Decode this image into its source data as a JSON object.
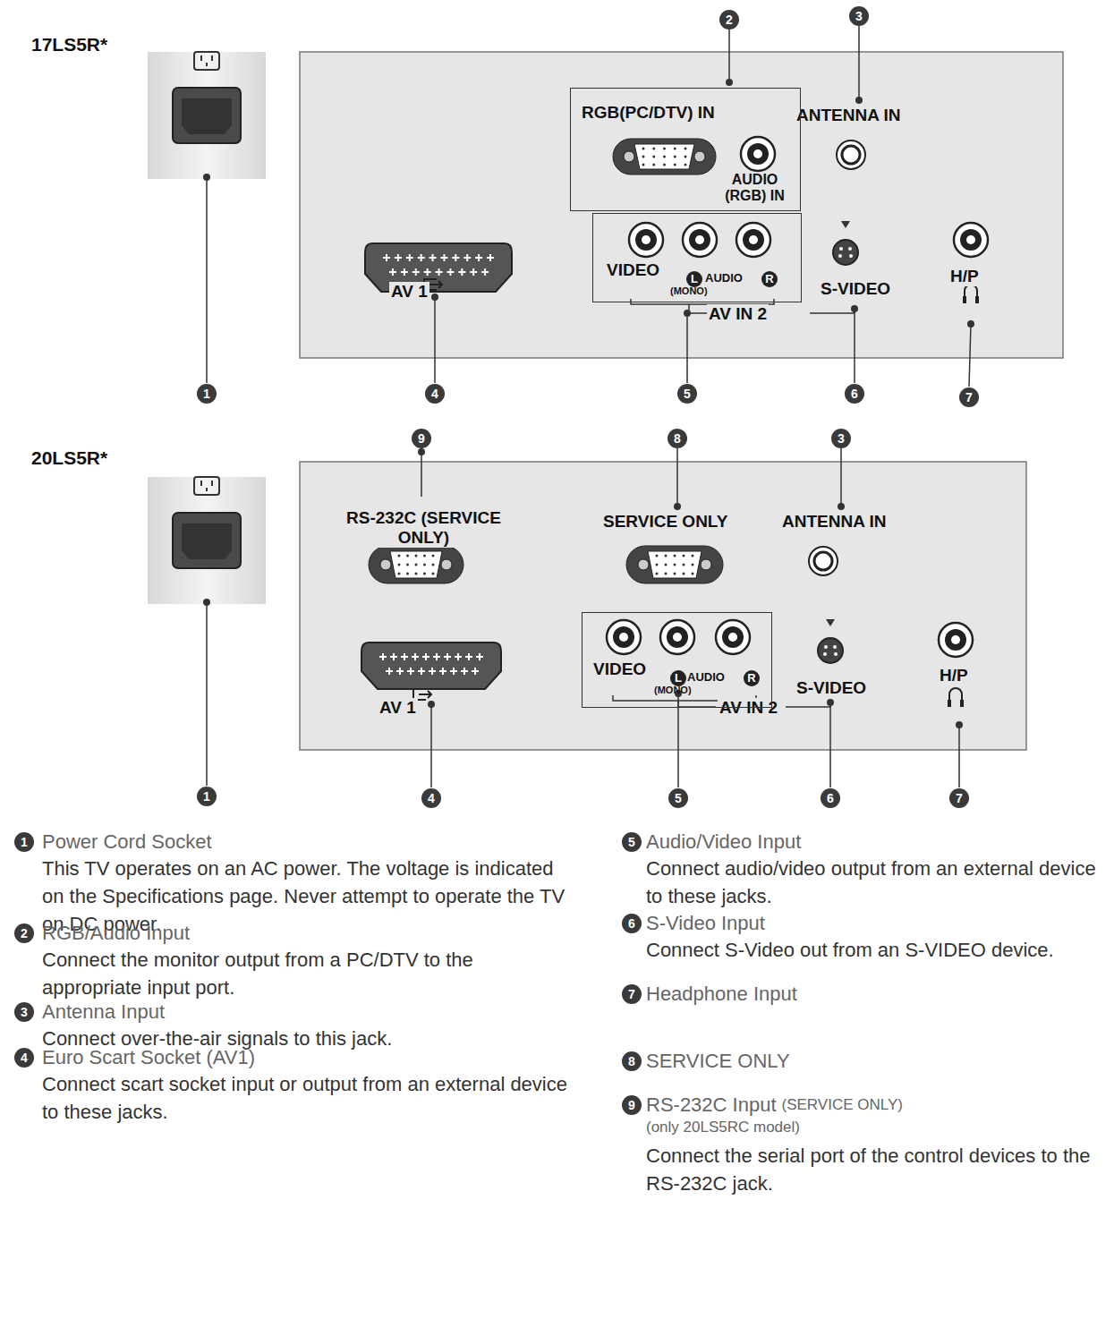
{
  "diagram": {
    "nodes": [
      {
        "text": [
          "RGB(PC/DTV) IN",
          "AUDIO (RGB) IN"
        ]
      },
      {
        "text": [
          "VIDEO",
          "L",
          "AUDIO",
          "R",
          "(MONO)"
        ]
      },
      {
        "text": [
          "VIDEO",
          "L",
          "AUDIO",
          "R",
          "(MONO)"
        ]
      }
    ],
    "labels": [
      "17LS5R*",
      "ANTENNA IN",
      "AV 1",
      "S-VIDEO",
      "H/P",
      "AV IN 2",
      "2",
      "3",
      "1",
      "4",
      "5",
      "6",
      "7",
      "20LS5R*",
      "RS-232C (SERVICE ONLY)",
      "SERVICE ONLY",
      "ANTENNA IN",
      "AV 1",
      "S-VIDEO",
      "H/P",
      "AV IN 2",
      "9",
      "8",
      "3",
      "1",
      "4",
      "5",
      "6",
      "7",
      "1",
      "Power Cord Socket",
      "This TV operates on an AC power. The voltage is indicated on the Specifications page. Never attempt to operate the TV on DC power.",
      "2",
      "RGB/Audio Input",
      "Connect the monitor output from a PC/DTV to the appropriate input port.",
      "3",
      "Antenna Input",
      "Connect over-the-air signals to this jack.",
      "4",
      "Euro Scart Socket (AV1)",
      "Connect scart socket input or output from an external device to these jacks.",
      "5",
      "Audio/Video Input",
      "Connect audio/video output from an external device to these jacks.",
      "6",
      "S-Video Input",
      "Connect S-Video out from an S-VIDEO device.",
      "7",
      "Headphone Input",
      "8",
      "SERVICE ONLY",
      "9",
      "RS-232C Input",
      "(SERVICE ONLY)",
      "(only 20LS5RC model)",
      "Connect the serial port of the control devices to the RS-232C jack."
    ]
  }
}
